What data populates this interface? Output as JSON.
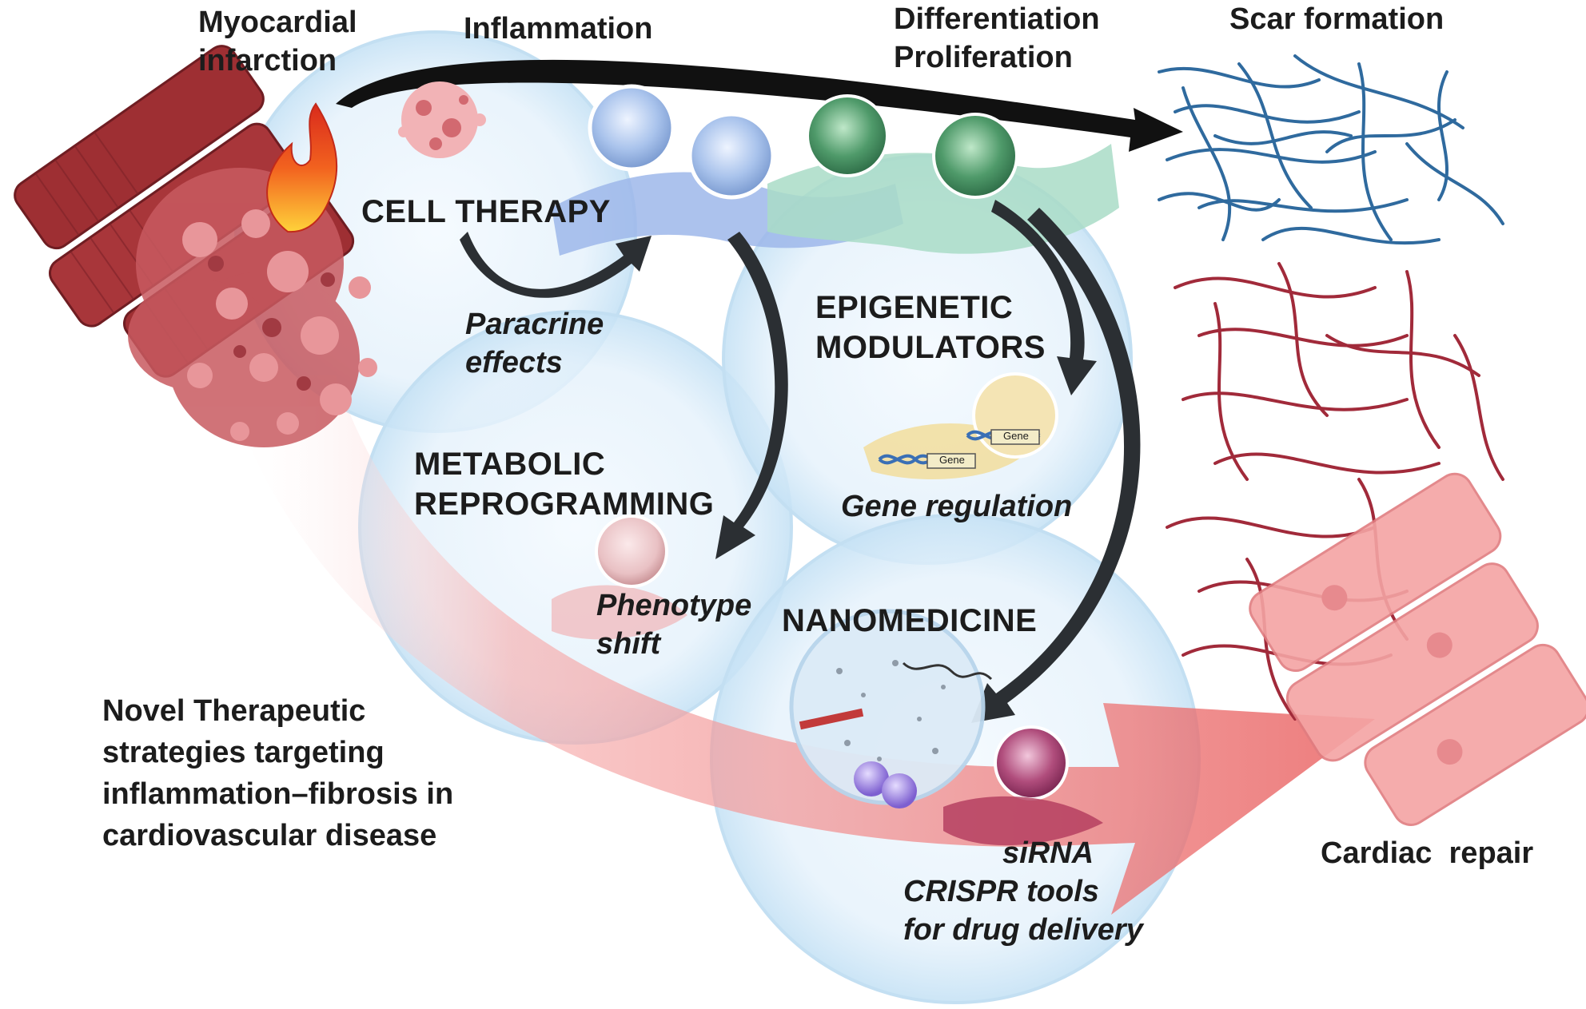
{
  "stages": {
    "myocardial_infarction": [
      "Myocardial",
      "infarction"
    ],
    "inflammation": "Inflammation",
    "differentiation": [
      "Differentiation",
      "Proliferation"
    ],
    "scar_formation": "Scar formation",
    "cardiac_repair": "Cardiac  repair"
  },
  "therapies": {
    "cell_therapy": {
      "title": "CELL THERAPY",
      "effect": [
        "Paracrine",
        "effects"
      ]
    },
    "epigenetic": {
      "title": [
        "EPIGENETIC",
        "MODULATORS"
      ],
      "effect": "Gene regulation",
      "gene_label": "Gene"
    },
    "metabolic": {
      "title": [
        "METABOLIC",
        "REPROGRAMMING"
      ],
      "effect": [
        "Phenotype",
        "shift"
      ]
    },
    "nanomedicine": {
      "title": "NANOMEDICINE",
      "effect": [
        "siRNA",
        "CRISPR tools",
        "for drug delivery"
      ]
    }
  },
  "summary": [
    "Novel Therapeutic",
    "strategies targeting",
    "inflammation–fibrosis in",
    "cardiovascular disease"
  ],
  "colors": {
    "myocardium": "#9e2f33",
    "scar_blue": "#2f6a9e",
    "scar_red": "#a12a3a",
    "repair_pink": "#f4a4a4",
    "bubble": "#d8ecf8",
    "arrow_dark": "#2b2f33",
    "macrophage_blue": "#a9c3ec",
    "fibroblast_green": "#4f9a6a",
    "big_arrow": "#ec6b6b"
  }
}
